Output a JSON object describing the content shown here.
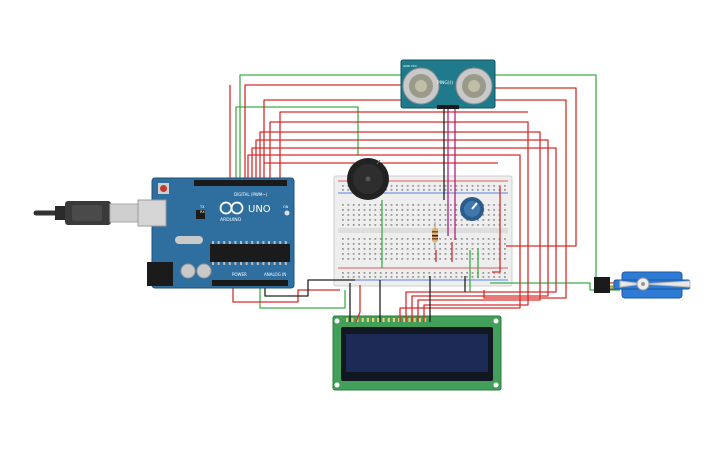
{
  "canvas": {
    "background": "#ffffff"
  },
  "wire_colors": {
    "red": "#d92b2b",
    "green": "#3fae49",
    "black": "#222222",
    "magenta": "#b0207a"
  },
  "components": {
    "arduino": {
      "board_color": "#2f6fa0",
      "logo_text": "UNO",
      "brand_text": "ARDUINO",
      "digital_label": "DIGITAL (PWM~)",
      "power_label": "POWER",
      "analog_label": "ANALOG IN",
      "tx_label": "TX",
      "rx_label": "RX",
      "on_label": "ON"
    },
    "ultrasonic_sensor": {
      "board_color": "#1f7a8c",
      "model_label": "PING)))",
      "brand_label": "GND VCC"
    },
    "lcd": {
      "board_color": "#43a05a",
      "screen_color": "#1d2a55"
    },
    "breadboard": {
      "color": "#eeeeee"
    },
    "piezo": {
      "color": "#222222"
    },
    "potentiometer": {
      "color": "#2b5c8a"
    },
    "servo": {
      "color": "#2d7bd4"
    },
    "usb_cable": {
      "color": "#333333"
    }
  }
}
